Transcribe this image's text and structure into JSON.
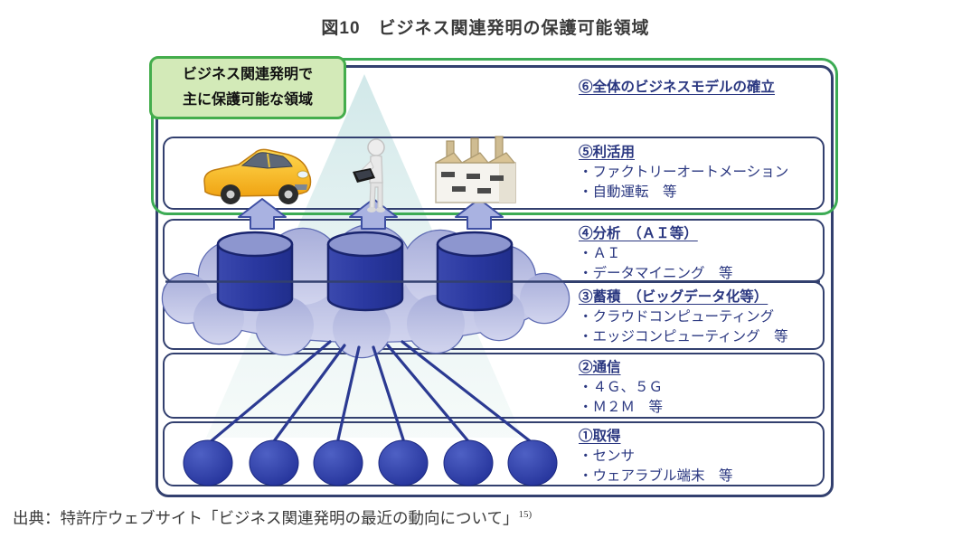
{
  "figure": {
    "title": "図10　ビジネス関連発明の保護可能領域",
    "source_caption": "出典：特許庁ウェブサイト「ビジネス関連発明の最近の動向について」",
    "source_note": "15)"
  },
  "highlight": {
    "label_line1": "ビジネス関連発明で",
    "label_line2": "主に保護可能な領域"
  },
  "layers": {
    "l6": {
      "header": "⑥全体のビジネスモデルの確立"
    },
    "l5": {
      "header": "⑤利活用",
      "item1": "・ファクトリーオートメーション",
      "item2": "・自動運転　等"
    },
    "l4": {
      "header": "④分析　（ＡＩ等）",
      "item1": "・ＡＩ",
      "item2": "・データマイニング　等"
    },
    "l3": {
      "header": "③蓄積　（ビッグデータ化等）",
      "item1": "・クラウドコンピューティング",
      "item2": "・エッジコンピューティング　等"
    },
    "l2": {
      "header": "②通信",
      "item1": "・４Ｇ、５Ｇ",
      "item2": "・Ｍ２Ｍ　等"
    },
    "l1": {
      "header": "①取得",
      "item1": "・センサ",
      "item2": "・ウェアラブル端末　等"
    }
  },
  "icons": {
    "car": "car-icon",
    "person_with_laptop": "person-laptop-icon",
    "factory": "factory-icon",
    "databases": "database-cylinder-icon",
    "cloud": "cloud-icon",
    "sensors": "sensor-ball-icon",
    "up_arrows": "up-arrow-icon",
    "funnel": "triangle-beam-icon"
  },
  "colors": {
    "frame_green": "#3cab54",
    "label_fill": "#d3eab8",
    "frame_navy": "#33406f",
    "text_navy": "#2a3780",
    "cylinder_blue": "#2c389c",
    "cloud_lavender": "#b4badf",
    "ball_blue": "#2335a0",
    "arrow_fill": "#a9b2e1",
    "car_yellow": "#f8bc1e",
    "triangle_teal": "#d8eceb"
  }
}
